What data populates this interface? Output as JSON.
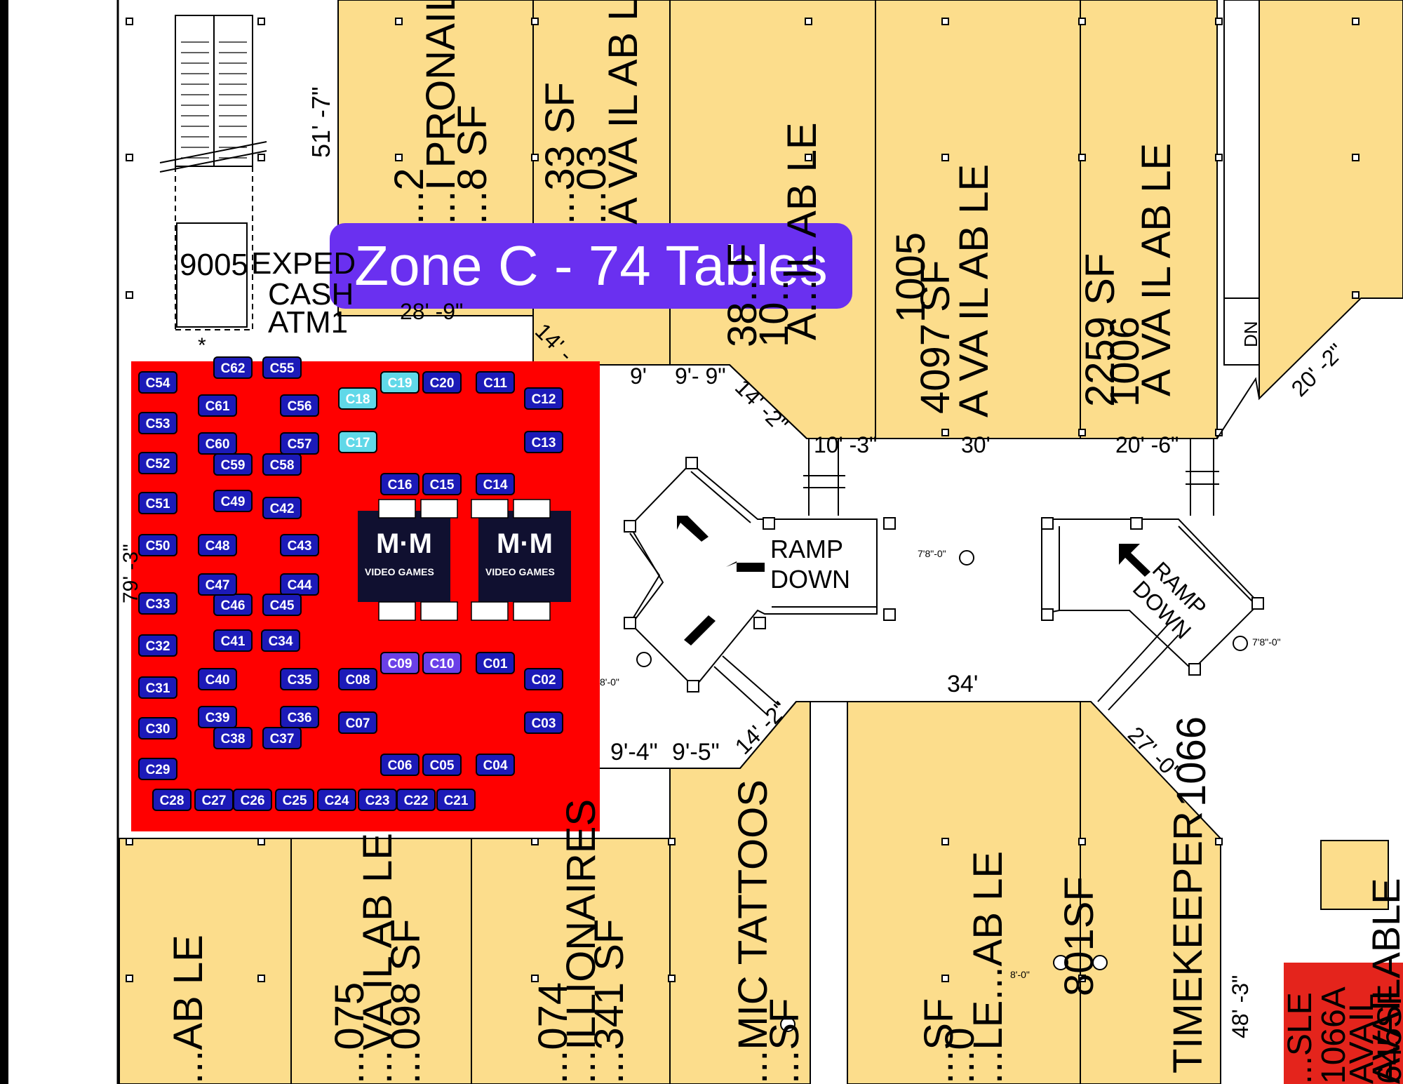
{
  "zone_banner": "Zone C - 74 Tables",
  "colors": {
    "stall_fill": "#fcdd8c",
    "zone_fill": "#ff0000",
    "table_fill": "#1c1ab8",
    "table_cyan": "#60d8e8",
    "table_purple": "#6a40e8",
    "banner_bg": "#6a30f0",
    "logo_bg": "#101030"
  },
  "tables": [
    "C01",
    "C02",
    "C03",
    "C04",
    "C05",
    "C06",
    "C07",
    "C08",
    "C09",
    "C10",
    "C11",
    "C12",
    "C13",
    "C14",
    "C15",
    "C16",
    "C17",
    "C18",
    "C19",
    "C20",
    "C21",
    "C22",
    "C23",
    "C24",
    "C25",
    "C26",
    "C27",
    "C28",
    "C29",
    "C30",
    "C31",
    "C32",
    "C33",
    "C34",
    "C35",
    "C36",
    "C37",
    "C38",
    "C39",
    "C40",
    "C41",
    "C42",
    "C43",
    "C44",
    "C45",
    "C46",
    "C47",
    "C48",
    "C49",
    "C50",
    "C51",
    "C52",
    "C53",
    "C54",
    "C55",
    "C56",
    "C57",
    "C58",
    "C59",
    "C60",
    "C61",
    "C62"
  ],
  "logo": {
    "text": "VIDEO GAMES"
  },
  "ramps": {
    "left": [
      "RAMP",
      "DOWN"
    ],
    "right": [
      "RAMP",
      "DOWN"
    ]
  },
  "top_left": {
    "room_number": "9005",
    "expedite": "EXPED",
    "cash": "CASH",
    "atm": "ATM1",
    "dim_vertical": "51' -7\"",
    "dim_28": "28' -9\"",
    "asterisk": "*"
  },
  "dimensions": {
    "d9a": "9'",
    "d9b": "9'- 9\"",
    "d14a": "14' -2\"",
    "d10": "10' -3\"",
    "d30": "30'",
    "d20a": "20' -6\"",
    "d20b": "20' -2\"",
    "d34": "34'",
    "d9c": "9'-4\"",
    "d9d": "9'-5\"",
    "d14b": "14' -2\"",
    "d27": "27' -0\"",
    "d48": "48' -3\"",
    "d14c": "14' -",
    "d79": "79' -3\"",
    "dn": "DN"
  },
  "stalls_top": [
    {
      "line1": "...2",
      "line2": "...I PRONAIL",
      "line3": "...8 SF"
    },
    {
      "line1": "...33 SF",
      "line2": "...03",
      "line3": "A VA IL AB LE"
    },
    {
      "line1": "38...F",
      "line2": "10...",
      "line3": "A...IL AB LE"
    },
    {
      "line1": "4097 SF",
      "line2": "1005",
      "line3": "A VA IL AB LE"
    },
    {
      "line1": "2259 SF",
      "line2": "1006",
      "line3": "A VA IL AB LE"
    }
  ],
  "stalls_bottom": [
    {
      "line1": "...AB LE"
    },
    {
      "line1": "...075",
      "line2": "...VA IL AB LE",
      "line3": "...098 SF"
    },
    {
      "line1": "...074",
      "line2": "...ILLIONAIRES",
      "line3": "...341 SF"
    },
    {
      "line1": "...MIC TATTOOS",
      "line2": "...SF"
    },
    {
      "line1": "...SF",
      "line2": "...0",
      "line3": "...LE...AB LE"
    },
    {
      "line1": "801SF"
    },
    {
      "line1": "1066",
      "line2": "TIMEKEEPER"
    },
    {
      "line1": "AVAILABLE"
    },
    {
      "line1": "1066A",
      "line2": "AVAIL",
      "line3": "645SF",
      "line4": "...SLE"
    }
  ],
  "small_marks": {
    "m1": "7'8\"-0\"",
    "m2": "8'-0\"",
    "m3": "7'8\"-0\"",
    "m4": "8'-0\""
  }
}
